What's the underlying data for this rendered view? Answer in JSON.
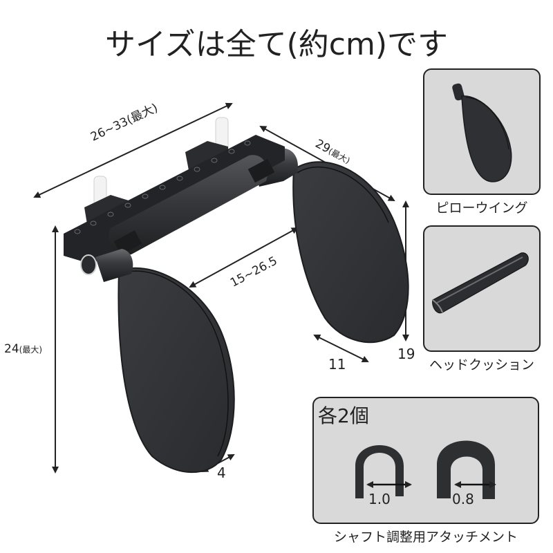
{
  "title": "サイズは全て(約cm)です",
  "product": {
    "name": "neck-pillow-headrest",
    "colors": {
      "body": "#2b2b2d",
      "bar": "#3a3a3c",
      "pins": "#f2f2f2",
      "panel_bg": "#d9d9d9",
      "panel_border": "#222222"
    }
  },
  "dimensions": {
    "total_width": {
      "value": "26~33",
      "suffix": "(最大)"
    },
    "wing_depth": {
      "value": "29",
      "suffix": "(最大)"
    },
    "inner_width": {
      "value": "15~26.5"
    },
    "height": {
      "value": "24",
      "suffix": "(最大)"
    },
    "wing_height": {
      "value": "19"
    },
    "wing_width": {
      "value": "11"
    },
    "thickness": {
      "value": "4"
    }
  },
  "parts": [
    {
      "caption": "ピローウイング"
    },
    {
      "caption": "ヘッドクッション"
    }
  ],
  "attachments": {
    "count_label": "各2個",
    "sizes": [
      "1.0",
      "0.8"
    ],
    "caption": "シャフト調整用アタッチメント"
  }
}
